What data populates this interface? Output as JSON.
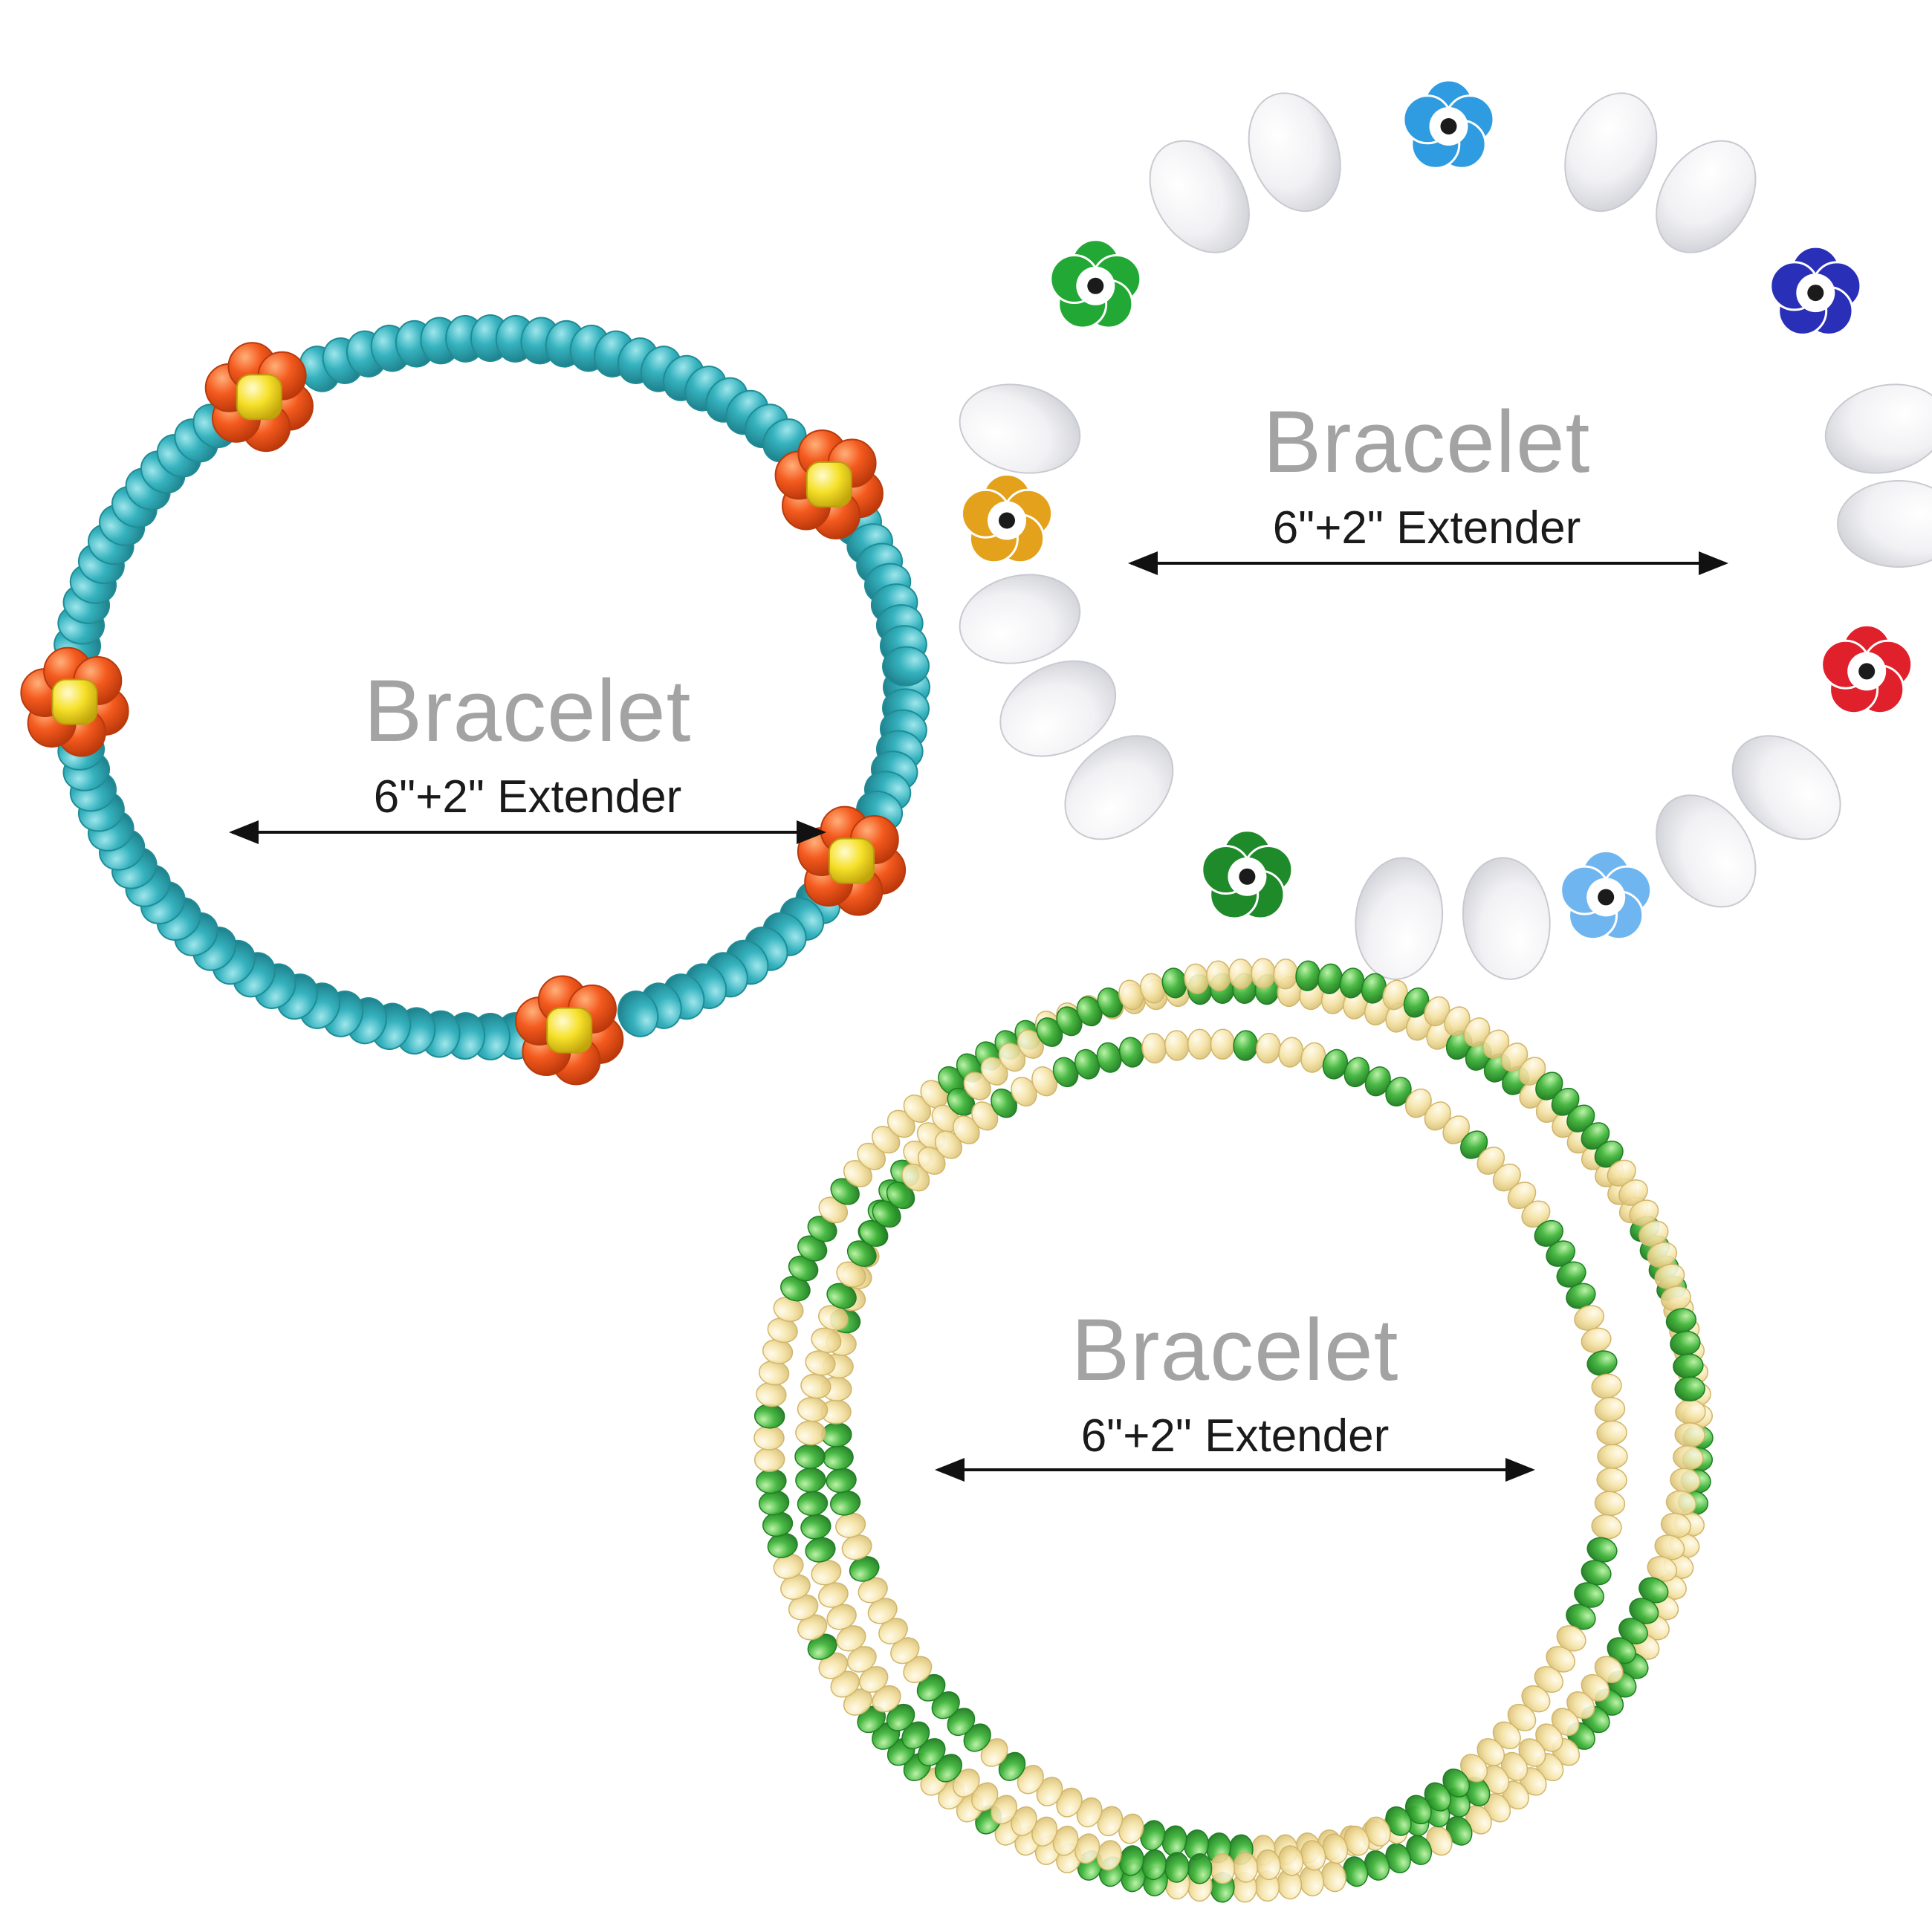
{
  "colors": {
    "background": "#ffffff",
    "title_text": "#a3a3a3",
    "size_text": "#1a1a1a",
    "arrow": "#111111",
    "turquoise_bead": "#35b2be",
    "orange_petal": "#f45a1e",
    "yellow_center": "#f6e12a",
    "pearl": "#f3f3f5",
    "clear_bead": "#f4e2a4",
    "green_bead": "#3fb43a"
  },
  "bracelets": [
    {
      "id": "turquoise-flower",
      "title": "Bracelet",
      "size": "6\"+2\" Extender",
      "icon": "flower-bead-bracelet"
    },
    {
      "id": "pearl-millefiori",
      "title": "Bracelet",
      "size": "6\"+2\" Extender",
      "icon": "pearl-flower-bracelet"
    },
    {
      "id": "green-seed-bead",
      "title": "Bracelet",
      "size": "6\"+2\" Extender",
      "icon": "seed-bead-bracelet"
    }
  ]
}
